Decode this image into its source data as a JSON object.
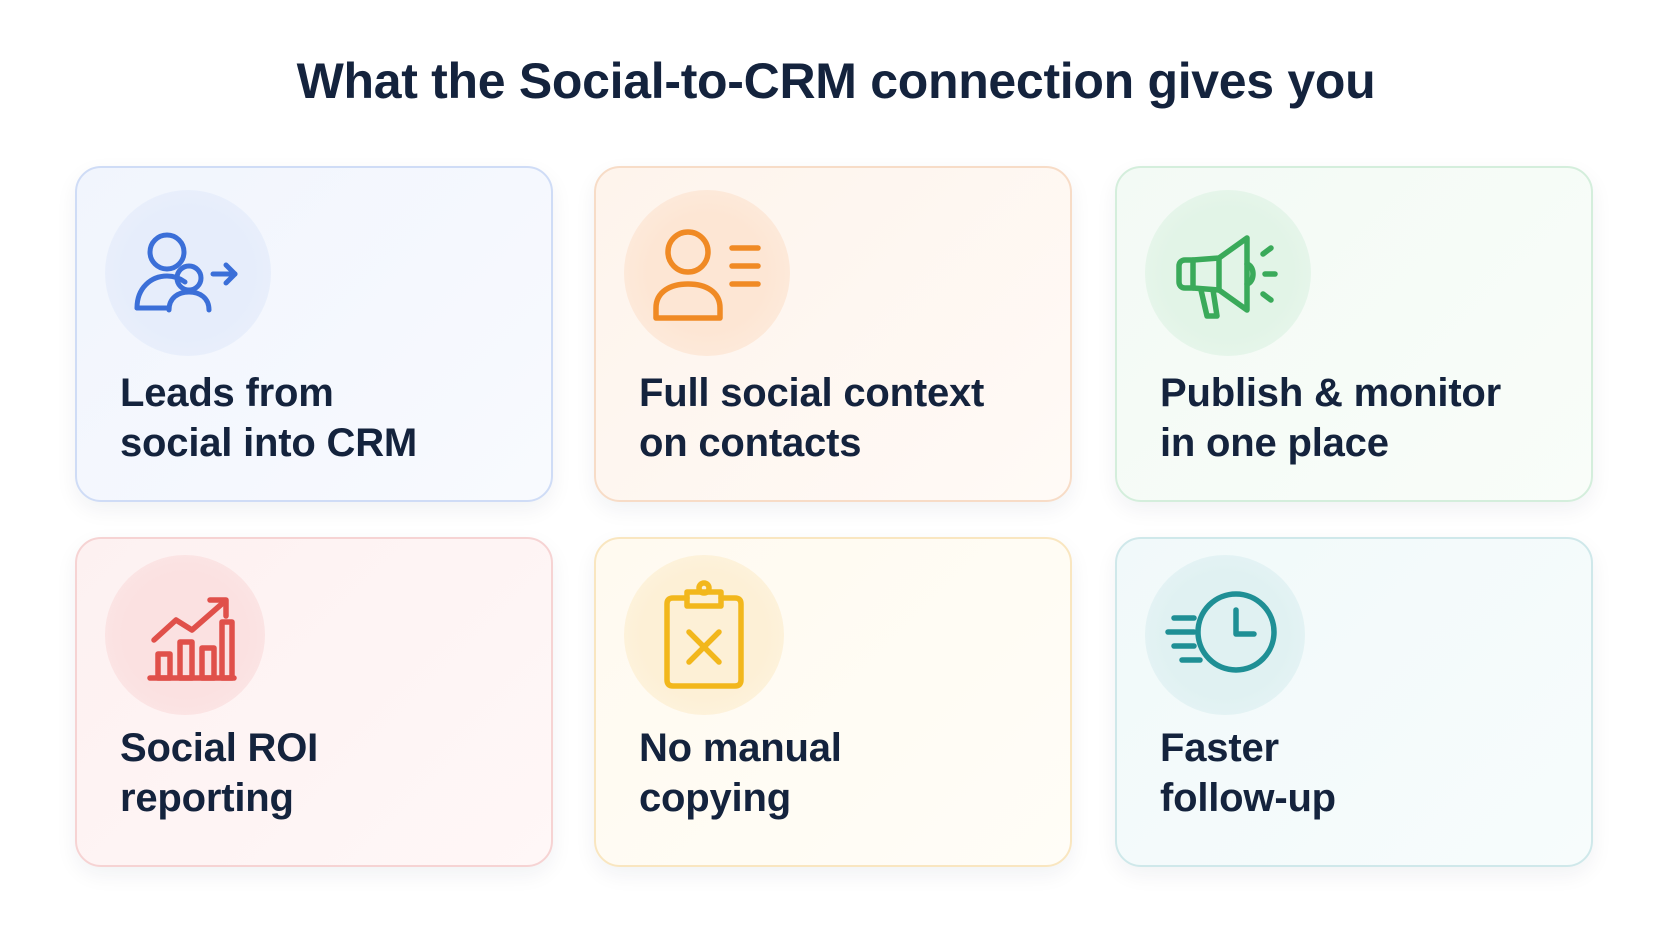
{
  "title": "What the Social-to-CRM connection gives you",
  "cards": [
    {
      "icon": "user-transfer-icon",
      "accent": "#3b6fd8",
      "lines": [
        "Leads from",
        "social into CRM"
      ]
    },
    {
      "icon": "contact-card-icon",
      "accent": "#f08a24",
      "lines": [
        "Full social context",
        "on contacts"
      ]
    },
    {
      "icon": "megaphone-icon",
      "accent": "#3aaa5a",
      "lines": [
        "Publish & monitor",
        "in one place"
      ]
    },
    {
      "icon": "growth-chart-icon",
      "accent": "#e0504a",
      "lines": [
        "Social ROI",
        "reporting"
      ]
    },
    {
      "icon": "clipboard-x-icon",
      "accent": "#f2b71c",
      "lines": [
        "No manual",
        "copying"
      ]
    },
    {
      "icon": "fast-clock-icon",
      "accent": "#1f8f95",
      "lines": [
        "Faster",
        "follow-up"
      ]
    }
  ]
}
